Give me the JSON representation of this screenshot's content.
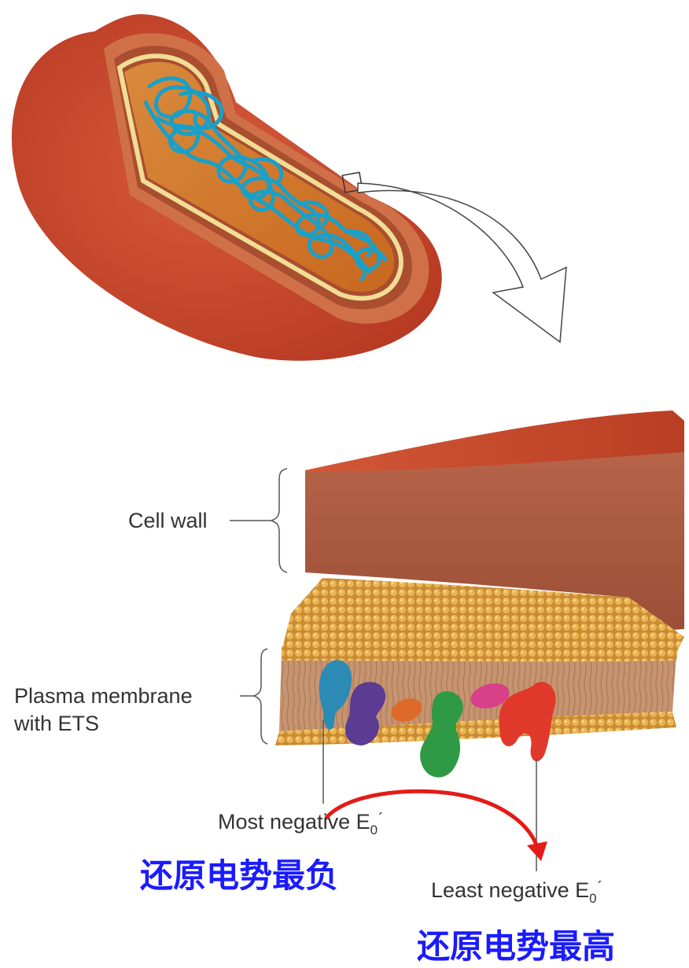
{
  "labels": {
    "cell_wall": "Cell wall",
    "plasma_membrane_line1": "Plasma membrane",
    "plasma_membrane_line2": "with ETS",
    "most_negative": "Most negative E",
    "least_negative": "Least negative E",
    "e_subscript": "0",
    "e_prime": "´",
    "cn_most_negative": "还原电势最负",
    "cn_highest": "还原电势最高"
  },
  "colors": {
    "cell_outer": "#c9452a",
    "cell_inner": "#cf6f45",
    "cell_inner_dark": "#a8502f",
    "cytoplasm": "#d97b2c",
    "membrane_rim": "#f1dd95",
    "dna": "#1aa0c8",
    "wall_front": "#a8583f",
    "wall_top": "#cc4a2c",
    "lipid": "#e7ae45",
    "tail_band": "#c9956e",
    "protein_blue": "#2c8bb4",
    "protein_purple": "#5b3c92",
    "protein_orange": "#de6a2a",
    "protein_green": "#2e9a45",
    "protein_pink": "#d8408a",
    "protein_red": "#e0382a",
    "arrow_red": "#e41b17",
    "chinese_text": "#1b1bff"
  }
}
